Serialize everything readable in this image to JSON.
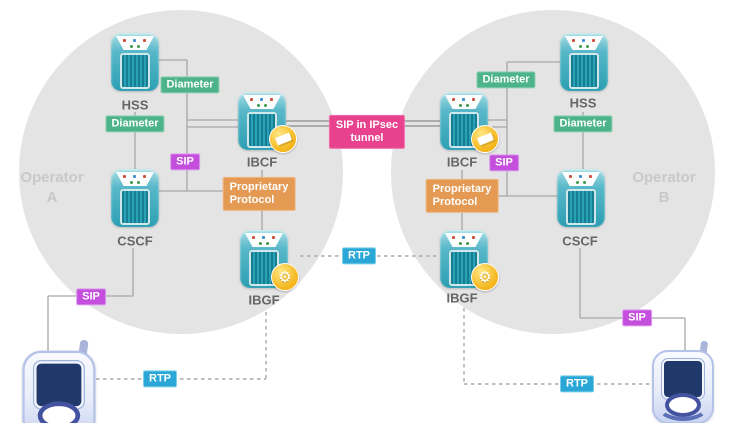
{
  "diagram": {
    "title_context": "IMS interconnect between two operators",
    "operator_a": {
      "name_line1": "Operator",
      "name_line2": "A"
    },
    "operator_b": {
      "name_line1": "Operator",
      "name_line2": "B"
    },
    "nodes": {
      "hss_a": {
        "label": "HSS"
      },
      "cscf_a": {
        "label": "CSCF"
      },
      "ibcf_a": {
        "label": "IBCF"
      },
      "ibgf_a": {
        "label": "IBGF"
      },
      "ibcf_b": {
        "label": "IBCF"
      },
      "ibgf_b": {
        "label": "IBGF"
      },
      "hss_b": {
        "label": "HSS"
      },
      "cscf_b": {
        "label": "CSCF"
      }
    },
    "protocol_labels": {
      "diameter": "Diameter",
      "sip": "SIP",
      "rtp": "RTP",
      "sip_ipsec_line1": "SIP in IPsec",
      "sip_ipsec_line2": "tunnel",
      "proprietary_line1": "Proprietary",
      "proprietary_line2": "Protocol"
    },
    "icons": {
      "server": "server-icon",
      "ibcf_badge": "brick-badge-icon",
      "ibgf_badge_glyph": "⚙",
      "phone": "mobile-phone-icon"
    },
    "colors": {
      "diameter_green": "#4db38a",
      "sip_violet": "#c44fdd",
      "rtp_cyan": "#2aa7d6",
      "ipsec_pink": "#e8428f",
      "proprietary_orange": "#e49a52",
      "operator_circle_gray": "#e4e4e4",
      "wire_gray": "#a6a6a6",
      "server_teal": "#2c9fb3"
    }
  }
}
